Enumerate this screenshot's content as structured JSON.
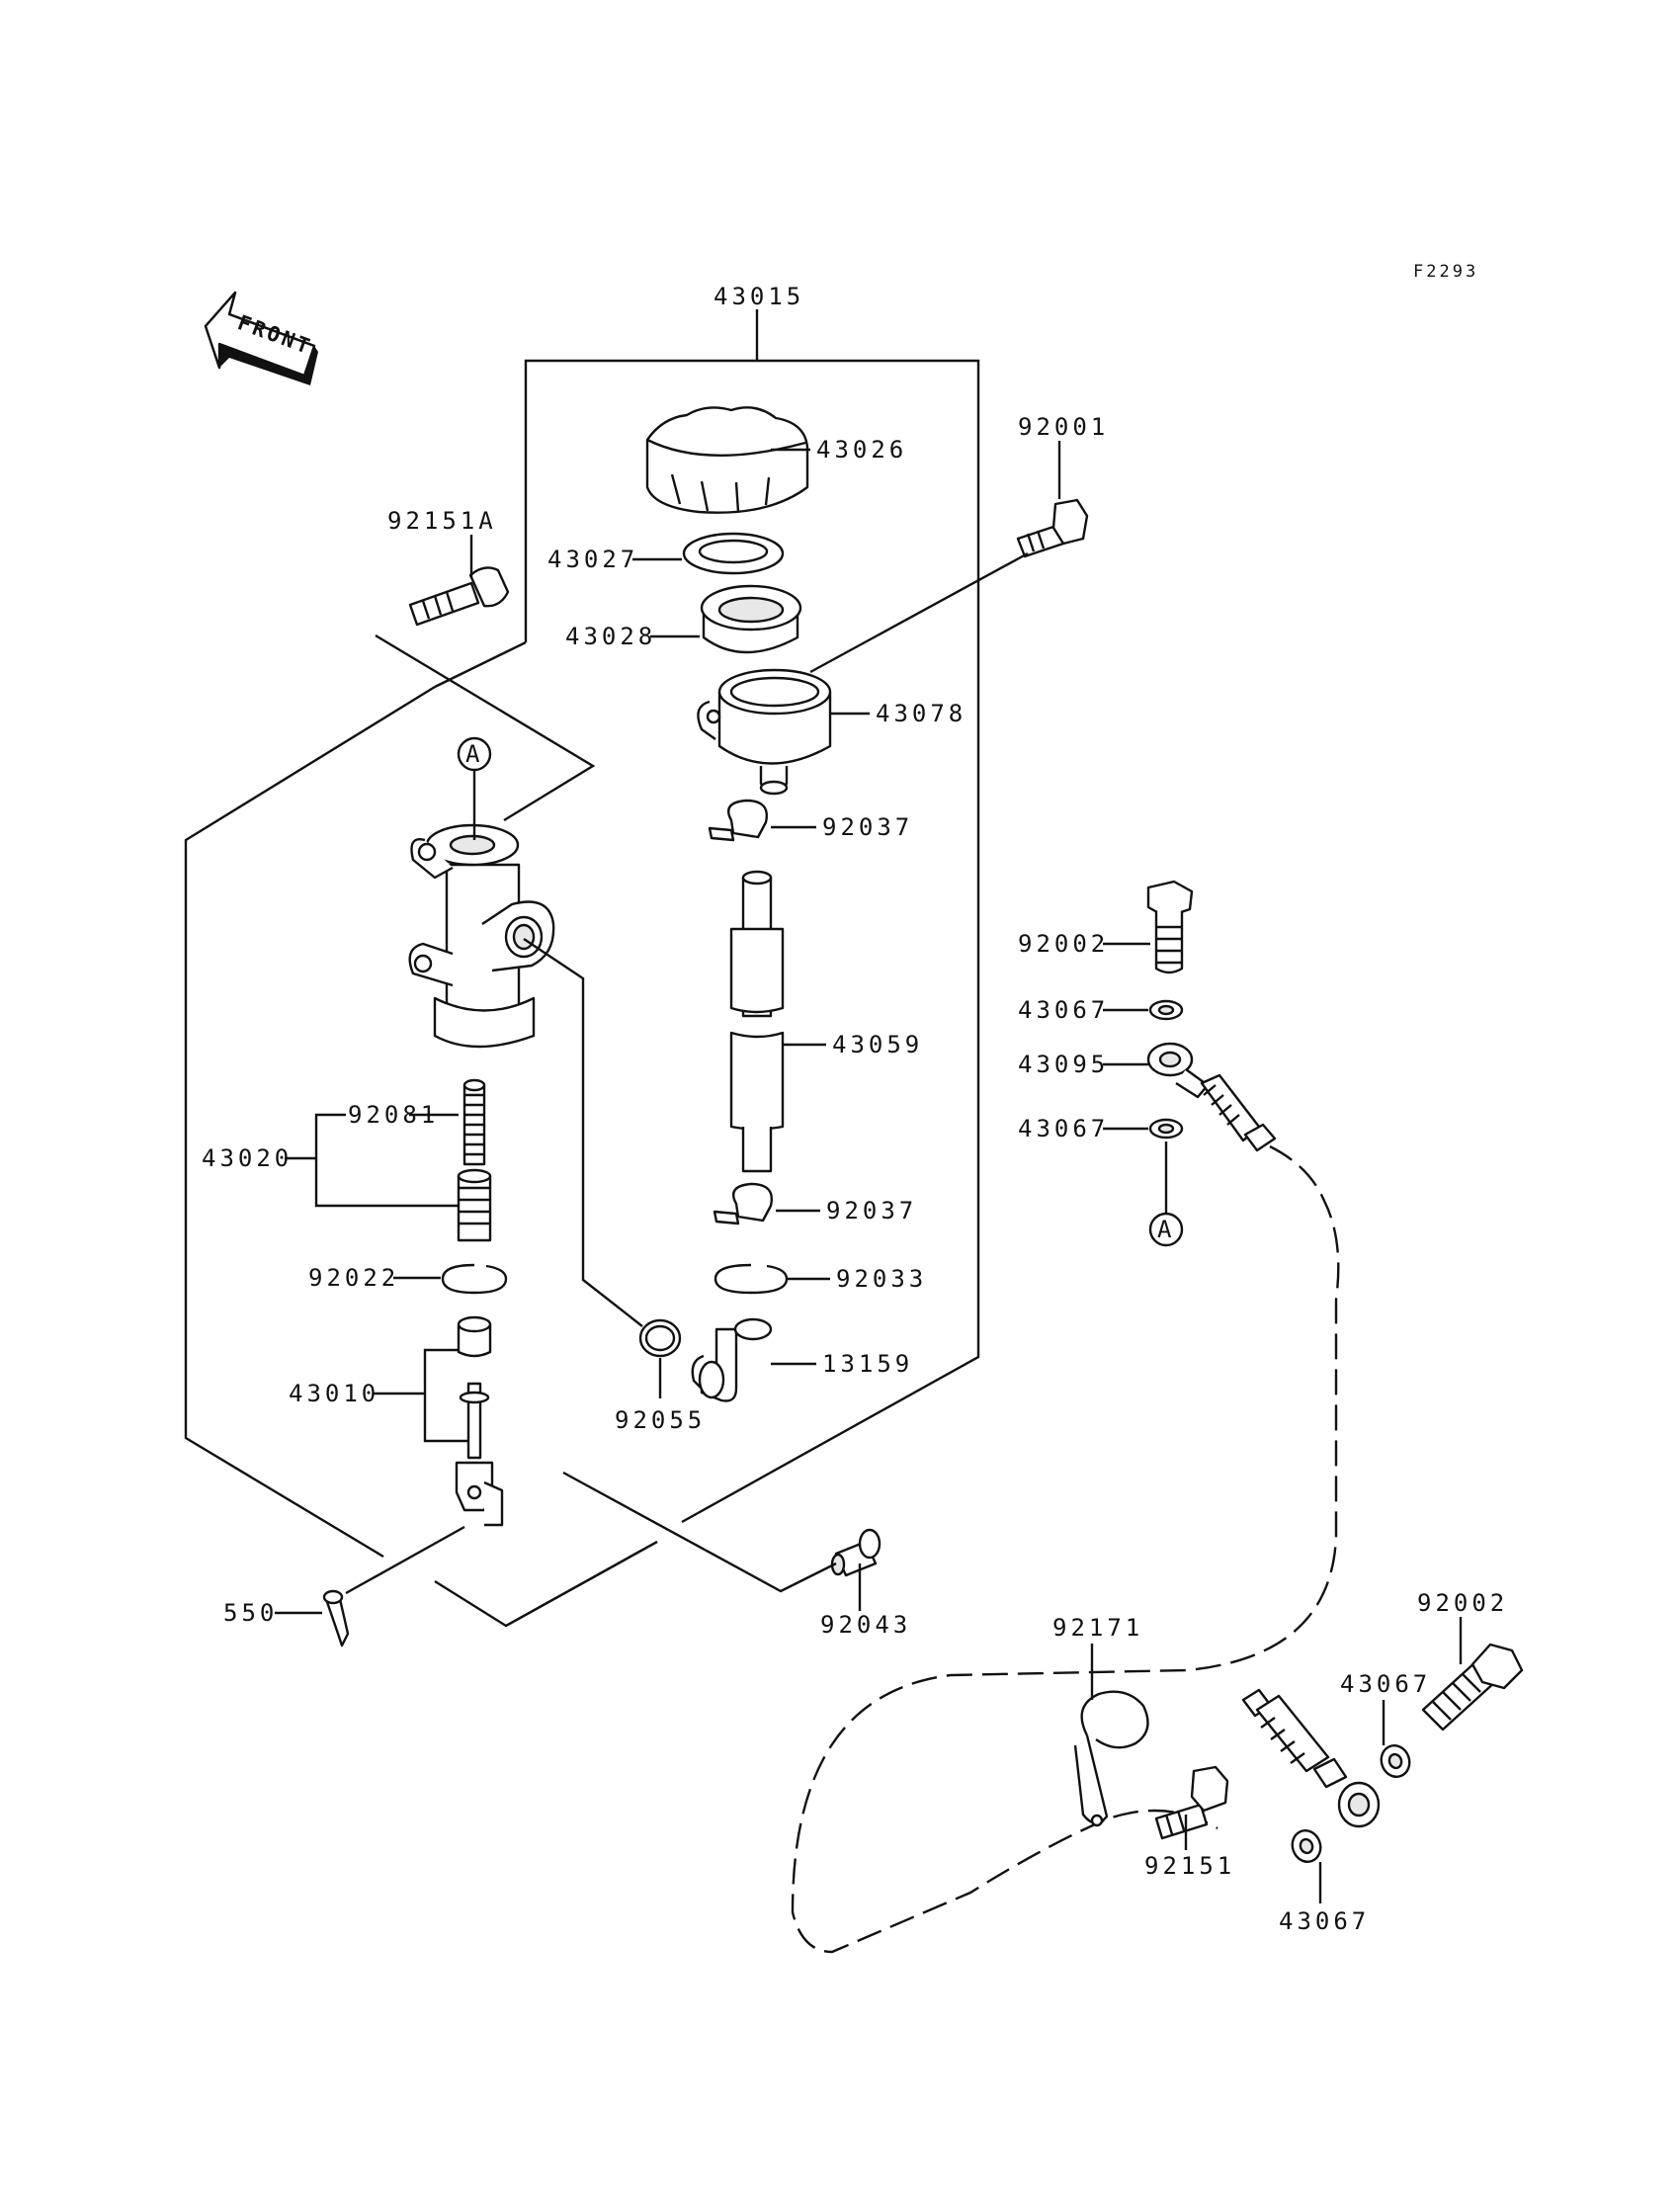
{
  "figure_ref": "F2293",
  "front_arrow_text": "FRONT",
  "marker_a": "A",
  "labels": {
    "l43015": "43015",
    "l43026": "43026",
    "l43027": "43027",
    "l43028": "43028",
    "l43078": "43078",
    "l92001": "92001",
    "l92151a": "92151A",
    "l92037a": "92037",
    "l43059": "43059",
    "l92037b": "92037",
    "l92033": "92033",
    "l13159": "13159",
    "l92055": "92055",
    "l92081": "92081",
    "l43020": "43020",
    "l92022": "92022",
    "l43010": "43010",
    "l550": "550",
    "l92043": "92043",
    "l92002a": "92002",
    "l43067a": "43067",
    "l43095": "43095",
    "l43067b": "43067",
    "l92171": "92171",
    "l92151": "92151",
    "l92002b": "92002",
    "l43067c": "43067",
    "l43067d": "43067"
  }
}
